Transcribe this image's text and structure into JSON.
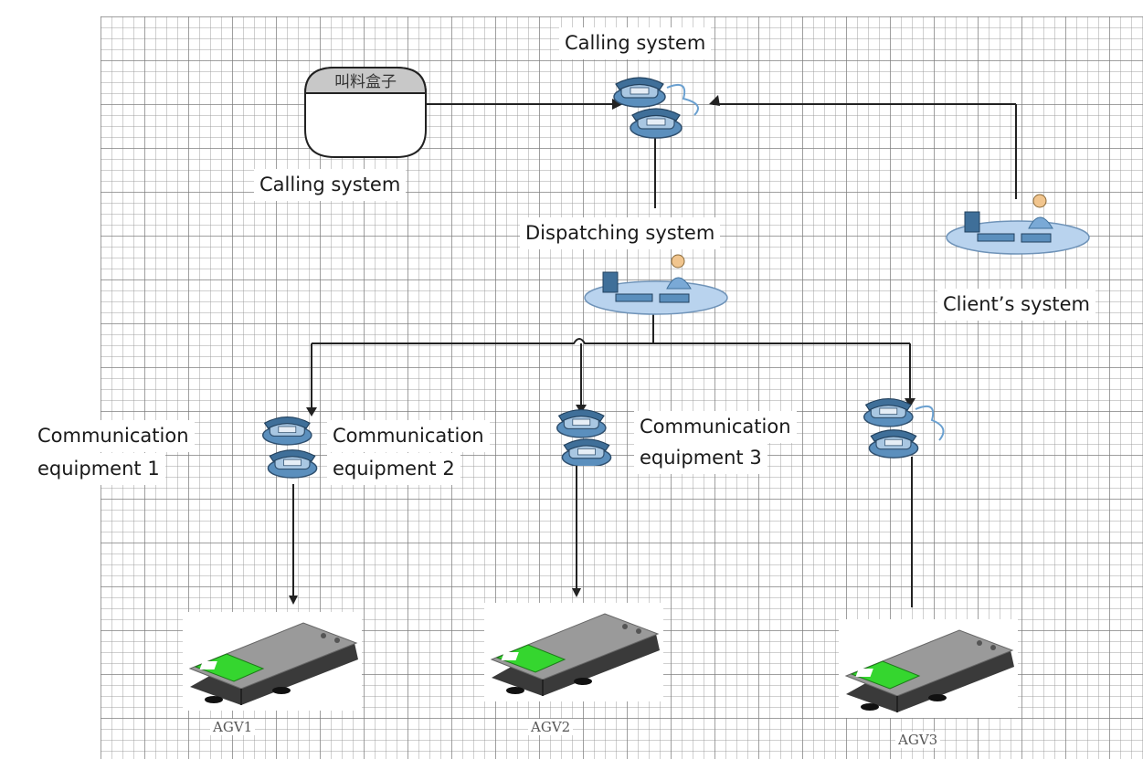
{
  "diagram": {
    "box_label": "叫料盒子",
    "labels": {
      "calling_system_top": "Calling system",
      "calling_system_left": "Calling system",
      "dispatching_system": "Dispatching system",
      "clients_system": "Client’s system",
      "comm_1_line1": "Communication",
      "comm_1_line2": "equipment 1",
      "comm_2_line1": "Communication",
      "comm_2_line2": "equipment 2",
      "comm_3_line1": "Communication",
      "comm_3_line2": "equipment 3"
    },
    "agv_labels": [
      "AGV1",
      "AGV2",
      "AGV3"
    ]
  },
  "icons": {
    "telephone": "telephone-icon",
    "operator_desk": "operator-desk-icon",
    "agv_vehicle": "agv-vehicle-icon"
  },
  "colors": {
    "phone": "#5b8fbd",
    "desk": "#b9d3ee",
    "agv_body": "#3a3a3a",
    "agv_top": "#9a9a9a",
    "agv_panel": "#35d62f",
    "wire": "#222222"
  }
}
